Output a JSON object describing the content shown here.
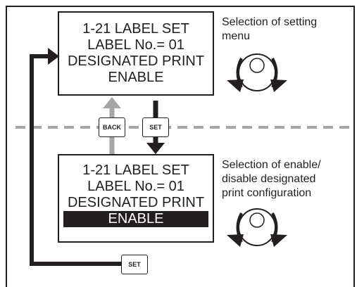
{
  "screen_top": {
    "lines": [
      "1-21 LABEL SET",
      "LABEL No.= 01",
      "DESIGNATED PRINT",
      "ENABLE"
    ]
  },
  "screen_bottom": {
    "lines": [
      "1-21 LABEL SET",
      "LABEL No.= 01",
      "DESIGNATED PRINT"
    ],
    "highlight": "ENABLE"
  },
  "notes": {
    "top": [
      "Selection of setting",
      "menu"
    ],
    "bottom": [
      "Selection of enable/",
      "disable designated",
      "print configuration"
    ]
  },
  "buttons": {
    "back": "BACK",
    "set_top": "SET",
    "set_bottom": "SET"
  },
  "colors": {
    "ink": "#231f20",
    "back_arrow": "#a6a6a6",
    "divider": "#a6a6a6"
  }
}
